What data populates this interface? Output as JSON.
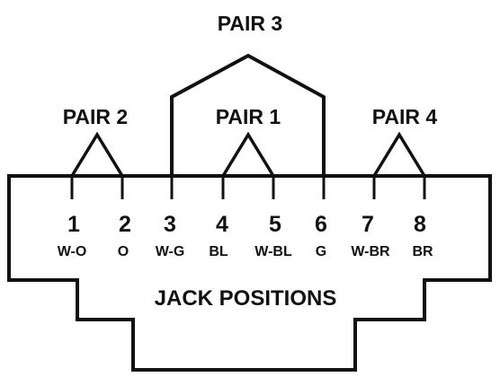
{
  "pairs": [
    {
      "label": "PAIR 3"
    },
    {
      "label": "PAIR 2"
    },
    {
      "label": "PAIR 1"
    },
    {
      "label": "PAIR 4"
    }
  ],
  "positions": [
    {
      "number": "1",
      "code": "W-O"
    },
    {
      "number": "2",
      "code": "O"
    },
    {
      "number": "3",
      "code": "W-G"
    },
    {
      "number": "4",
      "code": "BL"
    },
    {
      "number": "5",
      "code": "W-BL"
    },
    {
      "number": "6",
      "code": "G"
    },
    {
      "number": "7",
      "code": "W-BR"
    },
    {
      "number": "8",
      "code": "BR"
    }
  ],
  "footer": {
    "title": "JACK POSITIONS"
  },
  "colors": {
    "ink": "#111111",
    "background": "#ffffff"
  }
}
